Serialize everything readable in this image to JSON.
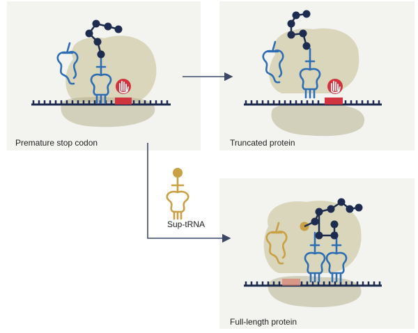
{
  "panels": {
    "premature": {
      "caption": "Premature stop codon"
    },
    "truncated": {
      "caption": "Truncated protein"
    },
    "full_length": {
      "caption": "Full-length protein"
    }
  },
  "sup_trna": {
    "label": "Sup-tRNA"
  },
  "colors": {
    "panel_background": "#f3f3f0",
    "ribosome": "#cdc8a4",
    "mrna": "#1c2b4e",
    "trna": "#2f6db3",
    "sup_trna": "#c9a043",
    "stop_codon": "#d0343f",
    "arrow": "#3a4866"
  },
  "icons": {
    "stop": "stop-hand-icon"
  }
}
